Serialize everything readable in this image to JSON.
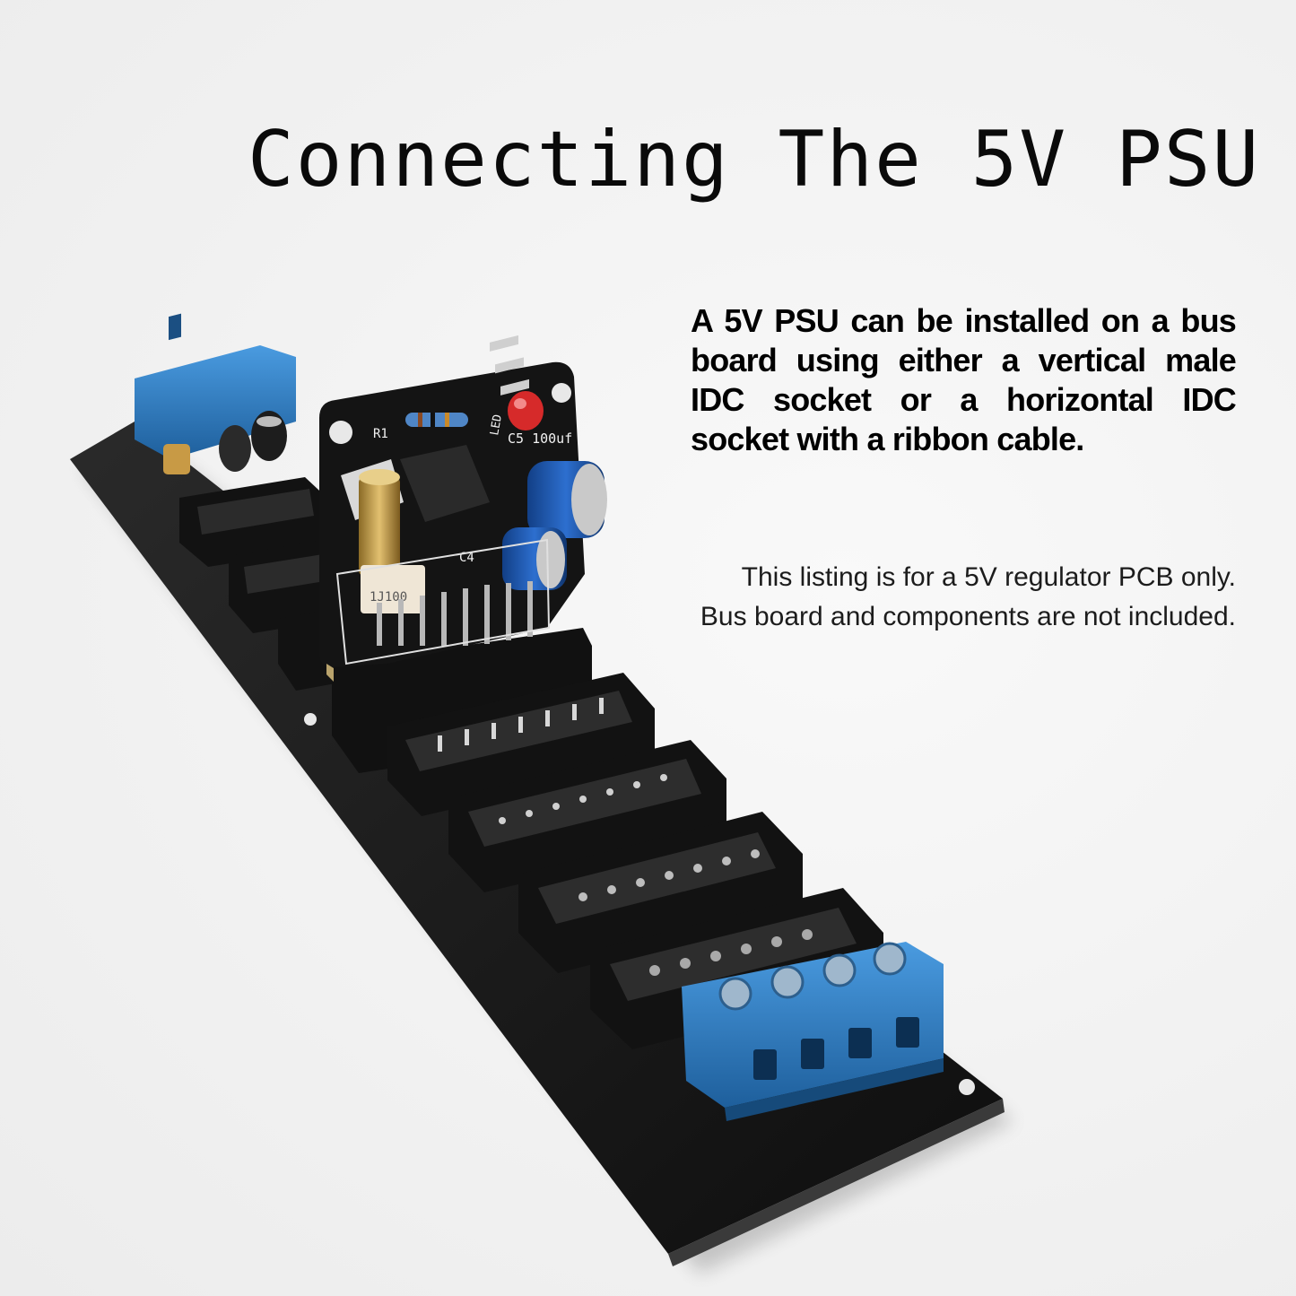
{
  "heading": "Connecting The 5V PSU",
  "lead_text": "A 5V PSU can be installed on a bus board using either a vertical male IDC socket or a horizontal IDC socket with a ribbon cable.",
  "note_text": "This listing is for a 5V regulator PCB only. Bus board and components are not included.",
  "pcb_labels": {
    "resistor": "R1",
    "led": "LED",
    "capacitor_top": "C5 100uf",
    "capacitor_bottom": "C4",
    "connector": "1J100"
  },
  "colors": {
    "board": "#161616",
    "terminal_block": "#2f7fc4",
    "capacitor": "#1f56a8",
    "led": "#d62a2a",
    "brass_standoff": "#c9a24d"
  }
}
